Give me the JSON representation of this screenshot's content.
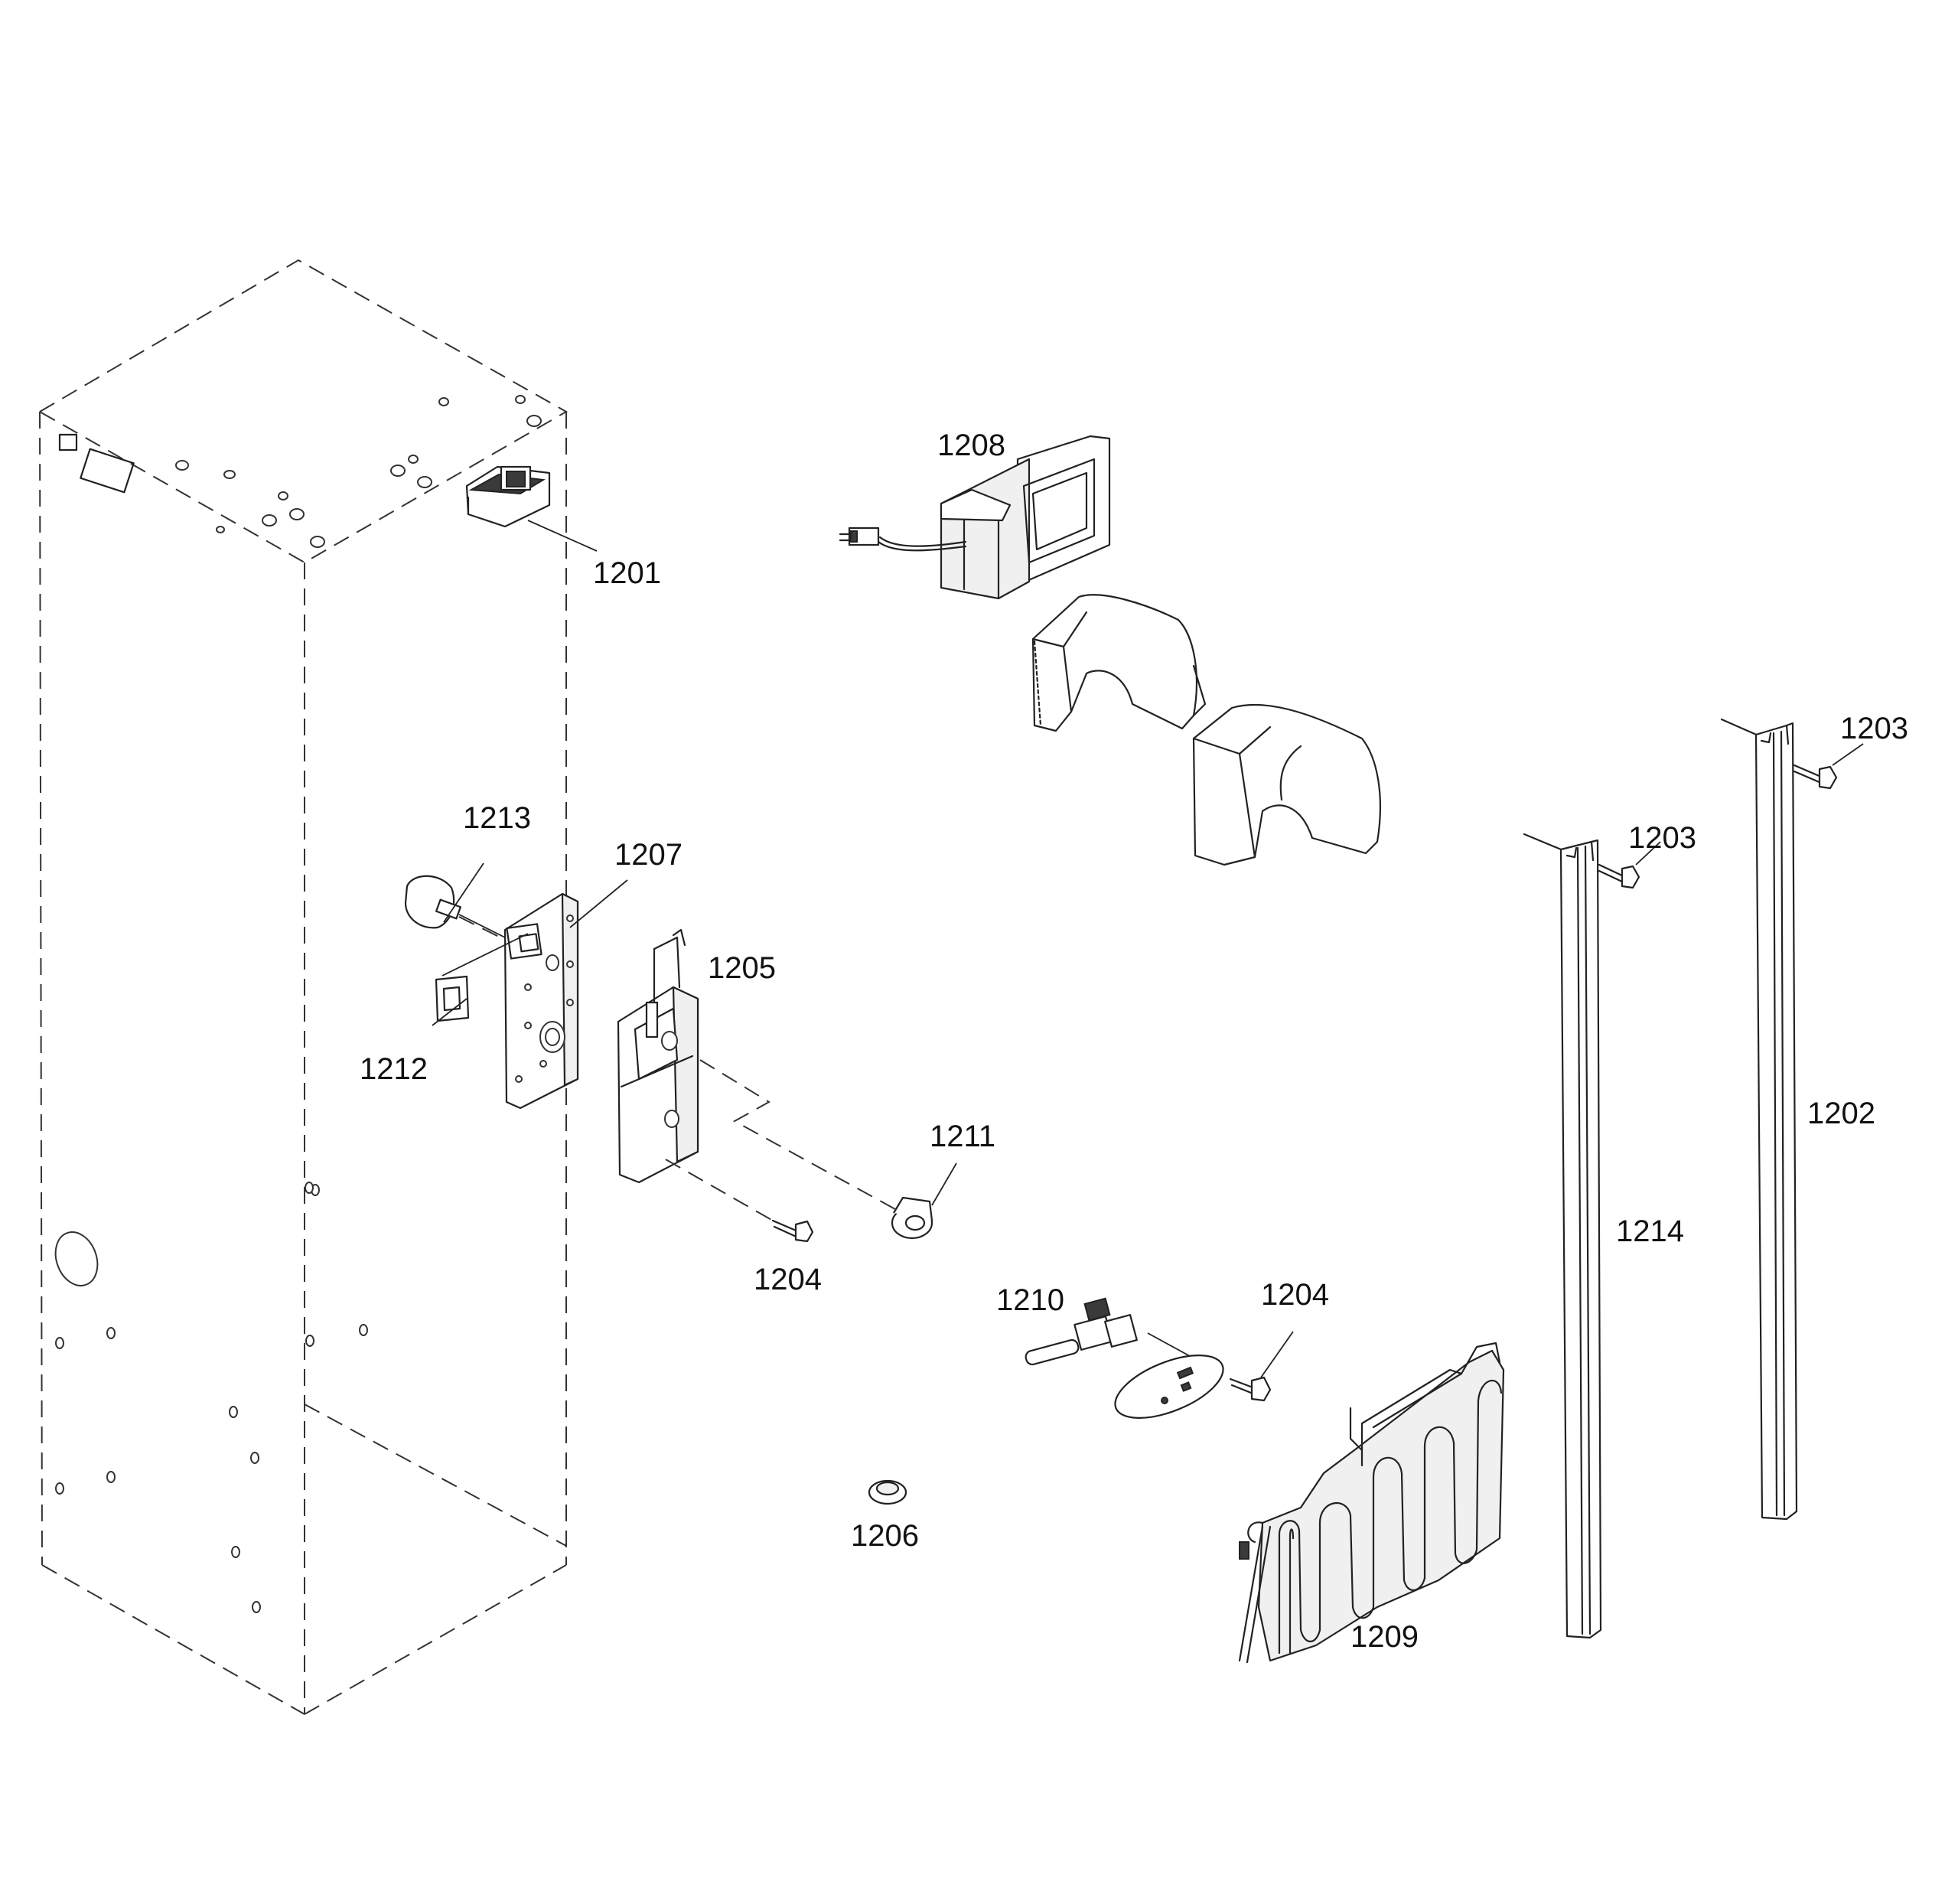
{
  "diagram": {
    "callouts": [
      {
        "id": "c1201",
        "text": "1201"
      },
      {
        "id": "c1208",
        "text": "1208"
      },
      {
        "id": "c1203a",
        "text": "1203"
      },
      {
        "id": "c1203b",
        "text": "1203"
      },
      {
        "id": "c1213",
        "text": "1213"
      },
      {
        "id": "c1207",
        "text": "1207"
      },
      {
        "id": "c1205",
        "text": "1205"
      },
      {
        "id": "c1212",
        "text": "1212"
      },
      {
        "id": "c1202",
        "text": "1202"
      },
      {
        "id": "c1211",
        "text": "1211"
      },
      {
        "id": "c1214",
        "text": "1214"
      },
      {
        "id": "c1204a",
        "text": "1204"
      },
      {
        "id": "c1210",
        "text": "1210"
      },
      {
        "id": "c1204b",
        "text": "1204"
      },
      {
        "id": "c1206",
        "text": "1206"
      },
      {
        "id": "c1209",
        "text": "1209"
      }
    ]
  }
}
